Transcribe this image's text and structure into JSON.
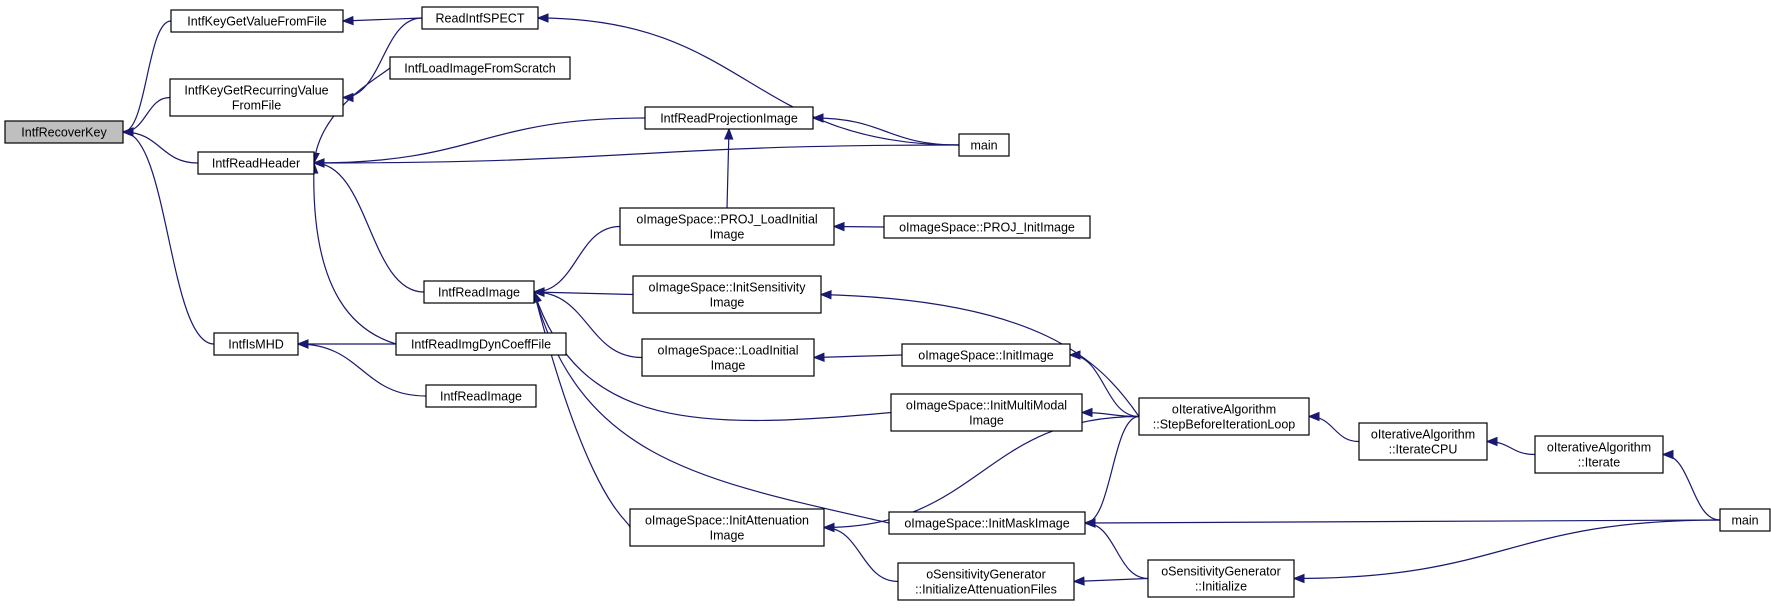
{
  "colors": {
    "edge": "#191970",
    "highlighted_node": "#bfbfbf",
    "node_fill": "#ffffff",
    "node_border": "#000000"
  },
  "nodes": [
    {
      "id": "recover",
      "lines": [
        "IntfRecoverKey"
      ],
      "highlighted": true
    },
    {
      "id": "keyvalue",
      "lines": [
        "IntfKeyGetValueFromFile"
      ]
    },
    {
      "id": "keyrecur",
      "lines": [
        "IntfKeyGetRecurringValue",
        "FromFile"
      ]
    },
    {
      "id": "readheader",
      "lines": [
        "IntfReadHeader"
      ]
    },
    {
      "id": "ismhd",
      "lines": [
        "IntfIsMHD"
      ]
    },
    {
      "id": "readspect",
      "lines": [
        "ReadIntfSPECT"
      ]
    },
    {
      "id": "loadscratch",
      "lines": [
        "IntfLoadImageFromScratch"
      ]
    },
    {
      "id": "readproj",
      "lines": [
        "IntfReadProjectionImage"
      ]
    },
    {
      "id": "main1",
      "lines": [
        "main"
      ]
    },
    {
      "id": "readimage",
      "lines": [
        "IntfReadImage"
      ]
    },
    {
      "id": "readdyn",
      "lines": [
        "IntfReadImgDynCoeffFile"
      ]
    },
    {
      "id": "readimage2",
      "lines": [
        "IntfReadImage"
      ]
    },
    {
      "id": "projload",
      "lines": [
        "oImageSpace::PROJ_LoadInitial",
        "Image"
      ]
    },
    {
      "id": "projinit",
      "lines": [
        "oImageSpace::PROJ_InitImage"
      ]
    },
    {
      "id": "initsens",
      "lines": [
        "oImageSpace::InitSensitivity",
        "Image"
      ]
    },
    {
      "id": "loadinit",
      "lines": [
        "oImageSpace::LoadInitial",
        "Image"
      ]
    },
    {
      "id": "initimage",
      "lines": [
        "oImageSpace::InitImage"
      ]
    },
    {
      "id": "initmulti",
      "lines": [
        "oImageSpace::InitMultiModal",
        "Image"
      ]
    },
    {
      "id": "initatten",
      "lines": [
        "oImageSpace::InitAttenuation",
        "Image"
      ]
    },
    {
      "id": "initmask",
      "lines": [
        "oImageSpace::InitMaskImage"
      ]
    },
    {
      "id": "step",
      "lines": [
        "oIterativeAlgorithm",
        "::StepBeforeIterationLoop"
      ]
    },
    {
      "id": "iteratecpu",
      "lines": [
        "oIterativeAlgorithm",
        "::IterateCPU"
      ]
    },
    {
      "id": "iterate",
      "lines": [
        "oIterativeAlgorithm",
        "::Iterate"
      ]
    },
    {
      "id": "main2",
      "lines": [
        "main"
      ]
    },
    {
      "id": "initattfiles",
      "lines": [
        "oSensitivityGenerator",
        "::InitializeAttenuationFiles"
      ]
    },
    {
      "id": "sensinit",
      "lines": [
        "oSensitivityGenerator",
        "::Initialize"
      ]
    }
  ],
  "edges": [
    {
      "from": "keyvalue",
      "to": "recover"
    },
    {
      "from": "keyrecur",
      "to": "recover"
    },
    {
      "from": "readheader",
      "to": "recover"
    },
    {
      "from": "ismhd",
      "to": "recover"
    },
    {
      "from": "readspect",
      "to": "keyvalue"
    },
    {
      "from": "readspect",
      "to": "keyrecur"
    },
    {
      "from": "main1",
      "to": "readspect"
    },
    {
      "from": "loadscratch",
      "to": "readheader"
    },
    {
      "from": "readproj",
      "to": "readheader"
    },
    {
      "from": "main1",
      "to": "readheader"
    },
    {
      "from": "readimage",
      "to": "readheader"
    },
    {
      "from": "readdyn",
      "to": "readheader"
    },
    {
      "from": "main1",
      "to": "readproj"
    },
    {
      "from": "projload",
      "to": "readproj"
    },
    {
      "from": "readdyn",
      "to": "ismhd"
    },
    {
      "from": "readimage2",
      "to": "ismhd"
    },
    {
      "from": "projload",
      "to": "readimage"
    },
    {
      "from": "initsens",
      "to": "readimage"
    },
    {
      "from": "loadinit",
      "to": "readimage"
    },
    {
      "from": "initmulti",
      "to": "readimage"
    },
    {
      "from": "initatten",
      "to": "readimage"
    },
    {
      "from": "initmask",
      "to": "readimage"
    },
    {
      "from": "projinit",
      "to": "projload"
    },
    {
      "from": "step",
      "to": "initsens"
    },
    {
      "from": "initimage",
      "to": "loadinit"
    },
    {
      "from": "step",
      "to": "initimage"
    },
    {
      "from": "step",
      "to": "initmulti"
    },
    {
      "from": "step",
      "to": "initatten"
    },
    {
      "from": "initattfiles",
      "to": "initatten"
    },
    {
      "from": "step",
      "to": "initmask"
    },
    {
      "from": "main2",
      "to": "initmask"
    },
    {
      "from": "sensinit",
      "to": "initmask"
    },
    {
      "from": "iteratecpu",
      "to": "step"
    },
    {
      "from": "iterate",
      "to": "iteratecpu"
    },
    {
      "from": "main2",
      "to": "iterate"
    },
    {
      "from": "sensinit",
      "to": "initattfiles"
    },
    {
      "from": "main2",
      "to": "sensinit"
    }
  ]
}
